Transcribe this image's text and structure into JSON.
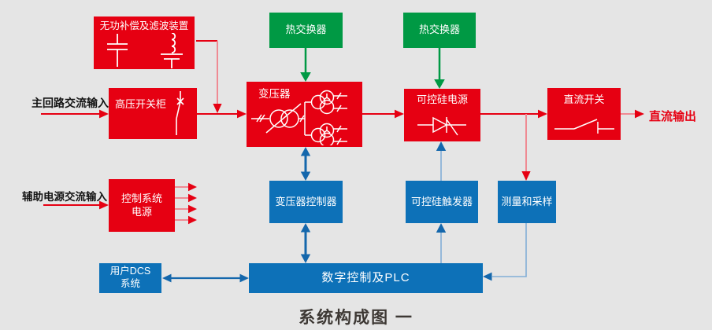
{
  "title": "系统构成图 一",
  "inputs": {
    "main_ac": "主回路交流输入",
    "aux_ac": "辅助电源交流输入"
  },
  "outputs": {
    "dc": "直流输出"
  },
  "blocks": {
    "compensation": {
      "label": "无功补偿及滤波装置",
      "color": "#e60012"
    },
    "heat_exchanger_1": {
      "label": "热交换器",
      "color": "#009944"
    },
    "heat_exchanger_2": {
      "label": "热交换器",
      "color": "#009944"
    },
    "hv_switchgear": {
      "label": "高压开关柜",
      "color": "#e60012"
    },
    "transformer": {
      "label": "变压器",
      "color": "#e60012"
    },
    "scr_power": {
      "label": "可控硅电源",
      "color": "#e60012"
    },
    "dc_switch": {
      "label": "直流开关",
      "color": "#e60012"
    },
    "control_power": {
      "label": "控制系统\n电源",
      "color": "#e60012"
    },
    "transformer_controller": {
      "label": "变压器控制器",
      "color": "#0d71b8"
    },
    "scr_trigger": {
      "label": "可控硅触发器",
      "color": "#0d71b8"
    },
    "measurement": {
      "label": "测量和采样",
      "color": "#0d71b8"
    },
    "plc": {
      "label": "数字控制及PLC",
      "color": "#0d71b8"
    },
    "dcs": {
      "label": "用户DCS\n系统",
      "color": "#0d71b8"
    }
  },
  "colors": {
    "background": "#e5e5e5",
    "red": "#e60012",
    "red_light": "#ef8a93",
    "green": "#009944",
    "blue_block": "#0d71b8",
    "blue_arrow": "#1467ac",
    "blue_light": "#82aed6",
    "label_text": "#141414",
    "title_text": "#3d3834"
  },
  "icons": [
    "capacitor-icon",
    "inductor-capacitor-icon",
    "circuit-breaker-icon",
    "transformer-icon",
    "thyristor-icon",
    "dc-switch-icon"
  ]
}
